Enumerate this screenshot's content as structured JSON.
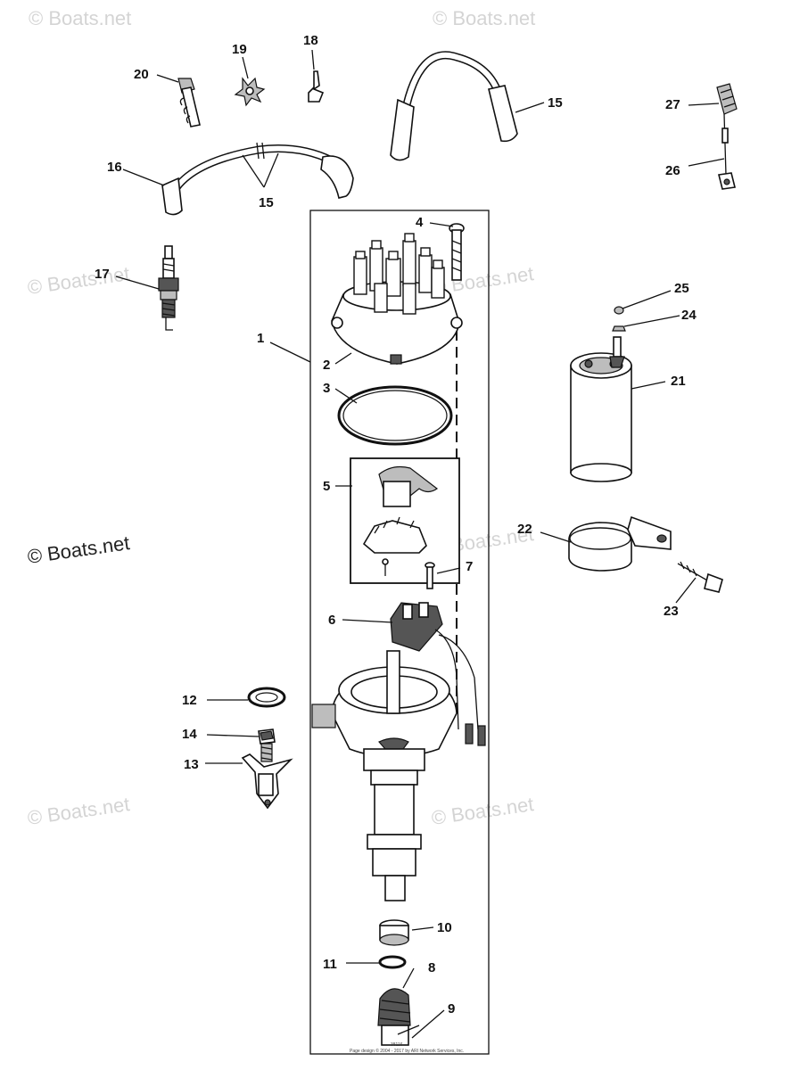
{
  "diagram": {
    "callouts": [
      {
        "id": "c1",
        "label": "1"
      },
      {
        "id": "c2",
        "label": "2"
      },
      {
        "id": "c3",
        "label": "3"
      },
      {
        "id": "c4",
        "label": "4"
      },
      {
        "id": "c5",
        "label": "5"
      },
      {
        "id": "c6",
        "label": "6"
      },
      {
        "id": "c7",
        "label": "7"
      },
      {
        "id": "c8",
        "label": "8"
      },
      {
        "id": "c9",
        "label": "9"
      },
      {
        "id": "c10",
        "label": "10"
      },
      {
        "id": "c11",
        "label": "11"
      },
      {
        "id": "c12",
        "label": "12"
      },
      {
        "id": "c13",
        "label": "13"
      },
      {
        "id": "c14",
        "label": "14"
      },
      {
        "id": "c15a",
        "label": "15"
      },
      {
        "id": "c15b",
        "label": "15"
      },
      {
        "id": "c16",
        "label": "16"
      },
      {
        "id": "c17",
        "label": "17"
      },
      {
        "id": "c18",
        "label": "18"
      },
      {
        "id": "c19",
        "label": "19"
      },
      {
        "id": "c20",
        "label": "20"
      },
      {
        "id": "c21",
        "label": "21"
      },
      {
        "id": "c22",
        "label": "22"
      },
      {
        "id": "c23",
        "label": "23"
      },
      {
        "id": "c24",
        "label": "24"
      },
      {
        "id": "c25",
        "label": "25"
      },
      {
        "id": "c26",
        "label": "26"
      },
      {
        "id": "c27",
        "label": "27"
      }
    ],
    "watermark": "© Boats.net",
    "footer_code": "38116",
    "footer_copyright": "Page design © 2004 - 2017 by ARI Network Services, Inc."
  }
}
